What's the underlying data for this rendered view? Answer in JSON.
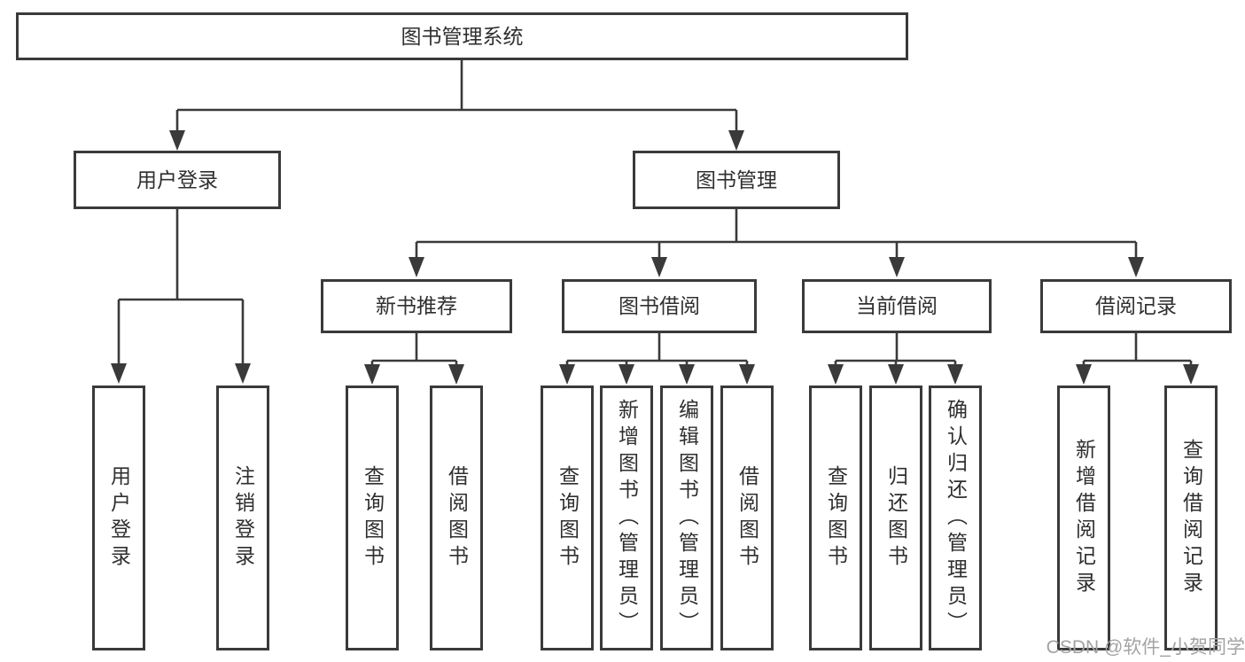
{
  "diagram": {
    "type": "hierarchy-tree",
    "tree": {
      "label": "图书管理系统",
      "children": [
        {
          "label": "用户登录",
          "children": [
            {
              "label": "用户登录"
            },
            {
              "label": "注销登录"
            }
          ]
        },
        {
          "label": "图书管理",
          "children": [
            {
              "label": "新书推荐",
              "children": [
                {
                  "label": "查询图书"
                },
                {
                  "label": "借阅图书"
                }
              ]
            },
            {
              "label": "图书借阅",
              "children": [
                {
                  "label": "查询图书"
                },
                {
                  "label": "新增图书（管理员）"
                },
                {
                  "label": "编辑图书（管理员）"
                },
                {
                  "label": "借阅图书"
                }
              ]
            },
            {
              "label": "当前借阅",
              "children": [
                {
                  "label": "查询图书"
                },
                {
                  "label": "归还图书"
                },
                {
                  "label": "确认归还（管理员）"
                }
              ]
            },
            {
              "label": "借阅记录",
              "children": [
                {
                  "label": "新增借阅记录"
                },
                {
                  "label": "查询借阅记录"
                }
              ]
            }
          ]
        }
      ]
    },
    "colors": {
      "line": "#3a3a3a",
      "text": "#2f2f2f",
      "background": "#ffffff",
      "watermark": "#a3a3a3"
    }
  },
  "watermark": {
    "text": "CSDN @软件_小贺同学"
  }
}
